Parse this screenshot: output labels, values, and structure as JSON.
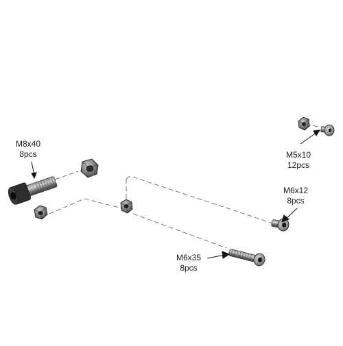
{
  "callouts": {
    "m8x40": {
      "size": "M8x40",
      "qty": "8pcs"
    },
    "m5x10": {
      "size": "M5x10",
      "qty": "12pcs"
    },
    "m6x12": {
      "size": "M6x12",
      "qty": "8pcs"
    },
    "m6x35": {
      "size": "M6x35",
      "qty": "8pcs"
    }
  },
  "colors": {
    "metal_dark": "#2b2b2b",
    "metal_mid": "#6a6a6a",
    "metal_light": "#b5b5b5",
    "line": "#555555"
  }
}
